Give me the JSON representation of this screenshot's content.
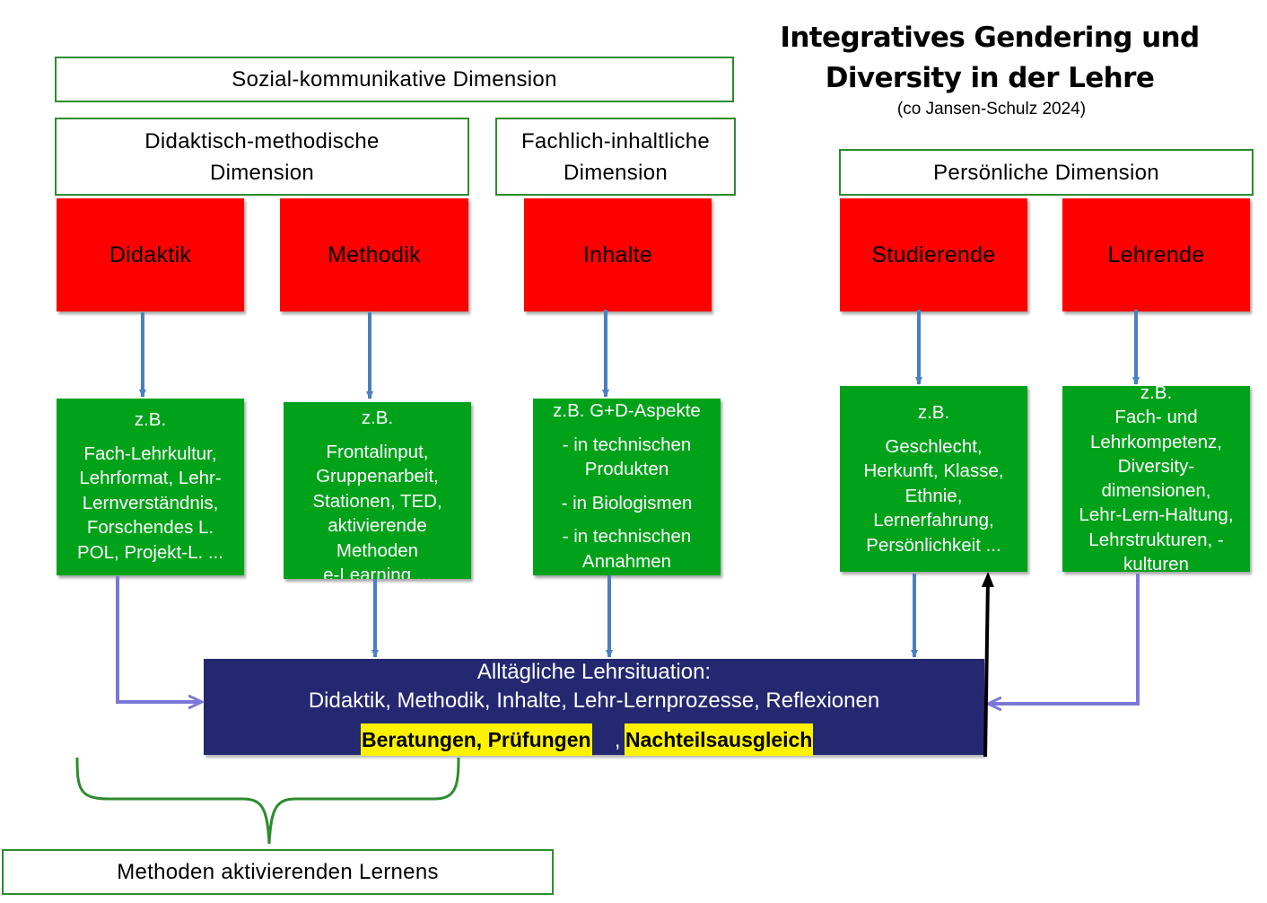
{
  "title": {
    "line1": "Integratives Gendering und",
    "line2": "Diversity in der Lehre",
    "subtitle": "(co Jansen-Schulz 2024)"
  },
  "dimensions": {
    "social": "Sozial-kommunikative  Dimension",
    "didactic_line1": "Didaktisch-methodische",
    "didactic_line2": "Dimension",
    "content_line1": "Fachlich-inhaltliche",
    "content_line2": "Dimension",
    "personal": "Persönliche  Dimension"
  },
  "categories": [
    "Didaktik",
    "Methodik",
    "Inhalte",
    "Studierende",
    "Lehrende"
  ],
  "examples": {
    "didaktik": [
      "z.B.",
      "Fach-Lehrkultur,",
      "Lehrformat, Lehr-",
      "Lernverständnis,",
      "Forschendes L.",
      "POL, Projekt-L. ..."
    ],
    "methodik": [
      "z.B.",
      "Frontalinput,",
      "Gruppenarbeit,",
      "Stationen,  TED,",
      "aktivierende",
      "Methoden",
      "e-Learning ..."
    ],
    "inhalte": [
      "z.B. G+D-Aspekte",
      "- in technischen",
      "Produkten",
      "-  in Biologismen",
      "-  in technischen",
      "Annahmen"
    ],
    "studierende": [
      "z.B.",
      "Geschlecht,",
      "Herkunft, Klasse,",
      "Ethnie,",
      "Lernerfahrung,",
      "Persönlichkeit ..."
    ],
    "lehrende": [
      "z.B.",
      "Fach- und",
      "Lehrkompetenz,",
      "Diversity-",
      "dimensionen,",
      "Lehr-Lern-Haltung,",
      "Lehrstrukturen, -",
      "kulturen"
    ]
  },
  "situation": {
    "line1": "Alltägliche Lehrsituation:",
    "line2": "Didaktik, Methodik,  Inhalte, Lehr-Lernprozesse,  Reflexionen",
    "highlight1": "Beratungen, Prüfungen",
    "comma": ",",
    "highlight2": "Nachteilsausgleich"
  },
  "bottom": {
    "label": "Methoden  aktivierenden  Lernens"
  },
  "colors": {
    "red": "#ff0000",
    "green": "#00a21a",
    "navy": "#242871",
    "outline": "#2e8b2e",
    "highlight": "#fff200",
    "arrow_blue": "#4a7fc1",
    "arrow_violet": "#7a78d8"
  }
}
